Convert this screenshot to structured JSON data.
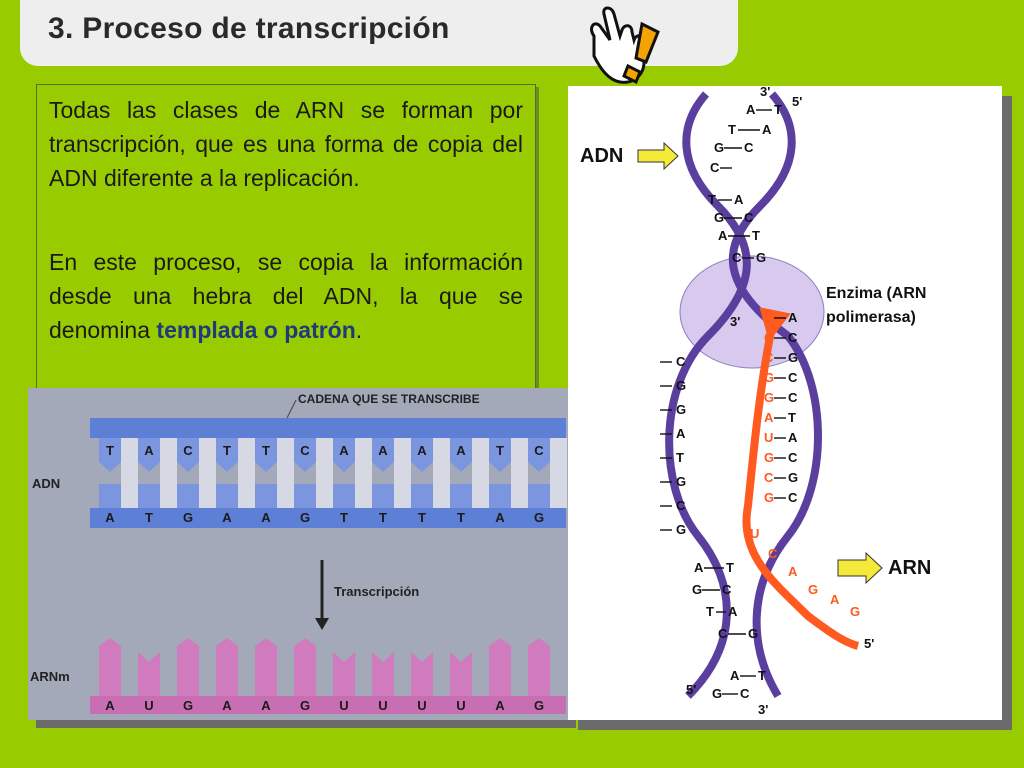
{
  "title": "3. Proceso de transcripción",
  "paragraph1": "Todas las clases de ARN se forman por transcripción, que es una forma de copia del ADN diferente a la replicación.",
  "paragraph2_before": "En este proceso, se copia la información desde una hebra del ADN, la que se denomina ",
  "paragraph2_highlight": "templada o patrón",
  "paragraph2_after": ".",
  "diagram": {
    "template_label": "CADENA QUE SE TRANSCRIBE",
    "adn_label": "ADN",
    "arnm_label": "ARNm",
    "arrow_label": "Transcripción",
    "top_strand": [
      "T",
      "A",
      "C",
      "T",
      "T",
      "C",
      "A",
      "A",
      "A",
      "A",
      "T",
      "C"
    ],
    "bottom_strand": [
      "A",
      "T",
      "G",
      "A",
      "A",
      "G",
      "T",
      "T",
      "T",
      "T",
      "A",
      "G"
    ],
    "arn_strand": [
      "A",
      "U",
      "G",
      "A",
      "A",
      "G",
      "U",
      "U",
      "U",
      "U",
      "A",
      "G"
    ]
  },
  "helix": {
    "adn_label": "ADN",
    "arn_label": "ARN",
    "enzyme_label_line1": "Enzima (ARN",
    "enzyme_label_line2": "polimerasa)",
    "end_3_top": "3'",
    "end_5_top": "5'",
    "end_5_bottom": "5'",
    "end_3_bottom": "3'",
    "end_3_enzyme": "3'",
    "end_5_rna": "5'",
    "top_pairs": [
      [
        "A",
        "T"
      ],
      [
        "T",
        "A"
      ],
      [
        "G",
        "C"
      ],
      [
        "C",
        ""
      ],
      [
        "T",
        "A"
      ],
      [
        "G",
        "C"
      ],
      [
        "A",
        "T"
      ],
      [
        "C",
        "G"
      ]
    ],
    "mid_pairs": [
      [
        "U",
        "A"
      ],
      [
        "G",
        "C"
      ],
      [
        "C",
        "G"
      ],
      [
        "G",
        "C"
      ],
      [
        "G",
        "C"
      ],
      [
        "A",
        "T"
      ],
      [
        "U",
        "A"
      ],
      [
        "G",
        "C"
      ],
      [
        "C",
        "G"
      ],
      [
        "G",
        "C"
      ]
    ],
    "left_column": [
      "C",
      "G",
      "G",
      "A",
      "T",
      "G",
      "C",
      "G"
    ],
    "rna_tail": [
      "U",
      "C",
      "A",
      "G",
      "A",
      "G"
    ],
    "bottom_pairs": [
      [
        "A",
        "T"
      ],
      [
        "G",
        "C"
      ],
      [
        "T",
        "A"
      ],
      [
        "C",
        "G"
      ],
      [
        "A",
        "T"
      ],
      [
        "G",
        "C"
      ]
    ],
    "colors": {
      "strand": "#5b3f9e",
      "rna": "#ff5a1f",
      "enzyme": "#c9b8e8",
      "arrow": "#f5ea3a"
    }
  }
}
